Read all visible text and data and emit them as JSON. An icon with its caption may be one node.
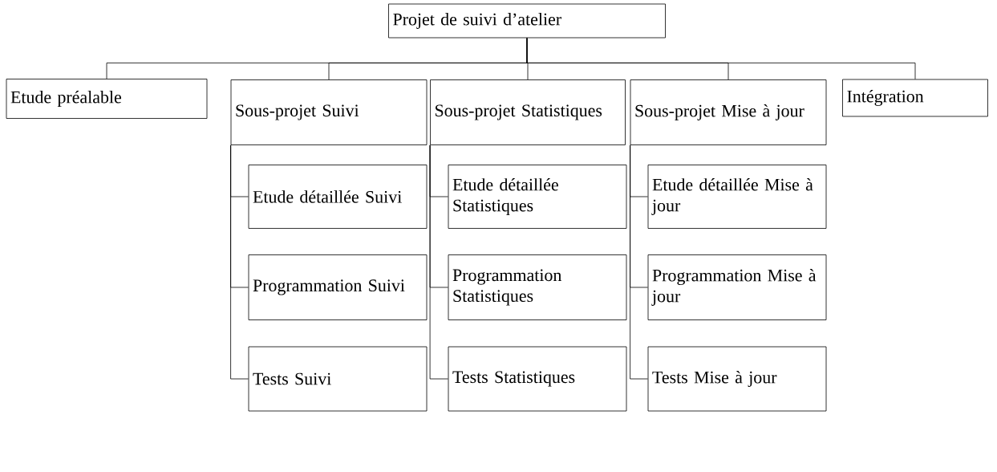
{
  "diagram": {
    "nodes": [
      {
        "text": [
          "Projet de suivi d’atelier"
        ]
      },
      {
        "text": [
          "Etude préalable"
        ]
      },
      {
        "text": [
          "Sous-projet Suivi"
        ]
      },
      {
        "text": [
          "Sous-projet Statistiques"
        ]
      },
      {
        "text": [
          "Sous-projet Mise à jour"
        ]
      },
      {
        "text": [
          "Intégration"
        ]
      },
      {
        "text": [
          "Etude détaillée Suivi"
        ]
      },
      {
        "text": [
          "Programmation Suivi"
        ]
      },
      {
        "text": [
          "Tests Suivi"
        ]
      },
      {
        "text": [
          "Etude détaillée Statistiques"
        ]
      },
      {
        "text": [
          "Programmation Statistiques"
        ]
      },
      {
        "text": [
          "Tests Statistiques"
        ]
      },
      {
        "text": [
          "Etude détaillée Mise à jour"
        ]
      },
      {
        "text": [
          "Programmation Mise à jour"
        ]
      },
      {
        "text": [
          "Tests Mise à jour"
        ]
      }
    ],
    "edges": [
      {
        "from": 0,
        "to": 1,
        "arrow": "none"
      },
      {
        "from": 0,
        "to": 2,
        "arrow": "none"
      },
      {
        "from": 0,
        "to": 3,
        "arrow": "none"
      },
      {
        "from": 0,
        "to": 4,
        "arrow": "none"
      },
      {
        "from": 0,
        "to": 5,
        "arrow": "none"
      },
      {
        "from": 2,
        "to": 6,
        "arrow": "none"
      },
      {
        "from": 2,
        "to": 7,
        "arrow": "none"
      },
      {
        "from": 2,
        "to": 8,
        "arrow": "none"
      },
      {
        "from": 3,
        "to": 9,
        "arrow": "none"
      },
      {
        "from": 3,
        "to": 10,
        "arrow": "none"
      },
      {
        "from": 3,
        "to": 11,
        "arrow": "none"
      },
      {
        "from": 4,
        "to": 12,
        "arrow": "none"
      },
      {
        "from": 4,
        "to": 13,
        "arrow": "none"
      },
      {
        "from": 4,
        "to": 14,
        "arrow": "none"
      }
    ]
  }
}
